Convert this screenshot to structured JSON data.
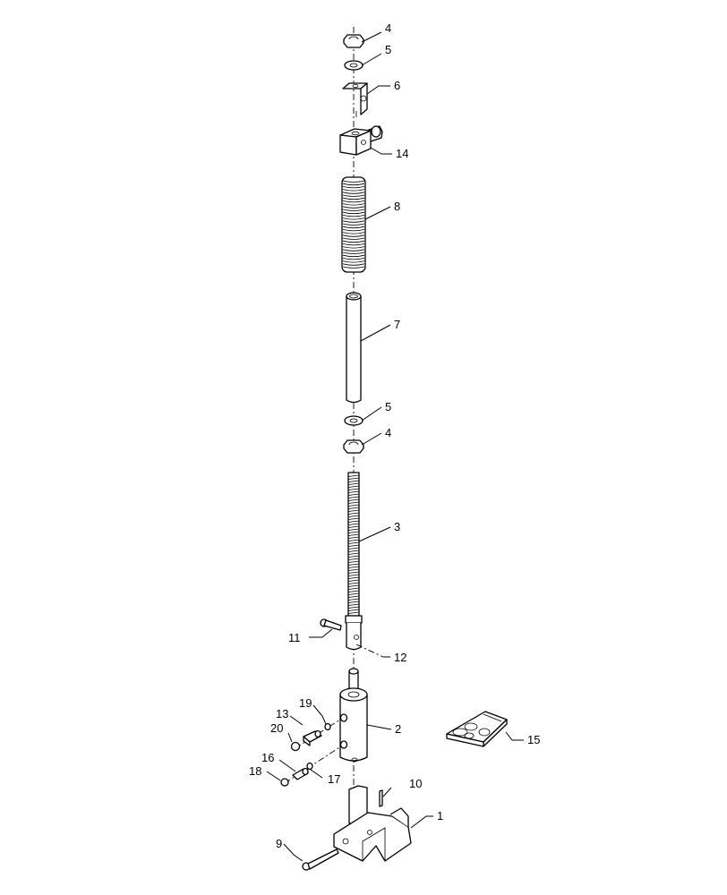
{
  "diagram": {
    "callouts": [
      {
        "id": "c4a",
        "label": "4"
      },
      {
        "id": "c5a",
        "label": "5"
      },
      {
        "id": "c6",
        "label": "6"
      },
      {
        "id": "c14",
        "label": "14"
      },
      {
        "id": "c8",
        "label": "8"
      },
      {
        "id": "c7",
        "label": "7"
      },
      {
        "id": "c5b",
        "label": "5"
      },
      {
        "id": "c4b",
        "label": "4"
      },
      {
        "id": "c3",
        "label": "3"
      },
      {
        "id": "c11",
        "label": "11"
      },
      {
        "id": "c12",
        "label": "12"
      },
      {
        "id": "c19",
        "label": "19"
      },
      {
        "id": "c13",
        "label": "13"
      },
      {
        "id": "c20",
        "label": "20"
      },
      {
        "id": "c2",
        "label": "2"
      },
      {
        "id": "c15",
        "label": "15"
      },
      {
        "id": "c16",
        "label": "16"
      },
      {
        "id": "c18",
        "label": "18"
      },
      {
        "id": "c17",
        "label": "17"
      },
      {
        "id": "c10",
        "label": "10"
      },
      {
        "id": "c1",
        "label": "1"
      },
      {
        "id": "c9",
        "label": "9"
      }
    ]
  }
}
